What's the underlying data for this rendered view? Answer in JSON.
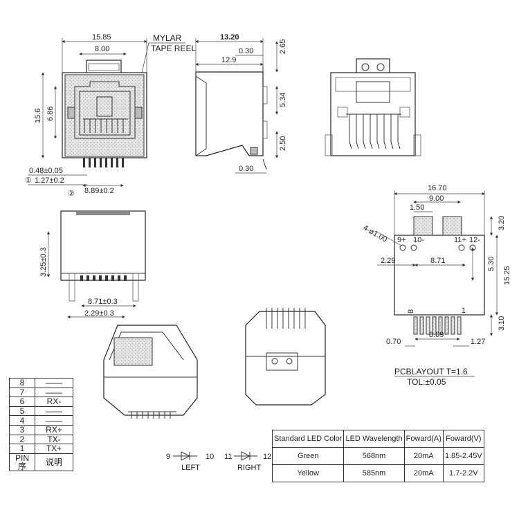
{
  "front_view": {
    "dim_width": "15.85",
    "dim_inner": "8.00",
    "dim_height": "15.6",
    "dim_port": "6.86",
    "dim_pin_width": "0.48±0.05",
    "dim_pin_pitch": "1.27±0.2",
    "dim_span": "8.89±0.2",
    "marker_1": "①",
    "marker_2": "②",
    "mylar_label_1": "MYLAR",
    "mylar_label_2": "TAPE REEL"
  },
  "side_view": {
    "dim_depth": "13.20",
    "dim_offset_top": "0.30",
    "dim_body": "12.9",
    "dim_top": "2.65",
    "dim_mid": "5.34",
    "dim_bottom": "2.50",
    "dim_offset_bottom": "0.30"
  },
  "bottom_view": {
    "dim_height": "3.25±0.3",
    "dim_span": "8.71±0.3",
    "dim_offset": "2.29±0.3"
  },
  "pcb_layout": {
    "dim_width": "16.70",
    "dim_slots": "9.00",
    "dim_slot_w": "1.50",
    "dim_slot_h": "3.20",
    "dim_holes": "4-ø1.00",
    "pin_9": "9+",
    "pin_10": "10-",
    "pin_11": "11+",
    "pin_12": "12-",
    "dim_left": "2.29",
    "dim_center": "8.71",
    "dim_v1": "5.30",
    "dim_v2": "15.25",
    "dim_v3": "3.10",
    "pin_8": "8",
    "pin_1": "1",
    "dim_pitch_left": "0.70",
    "dim_span": "8.89",
    "dim_pitch_right": "1.27",
    "caption": "PCBLAYOUT T=1.6",
    "tolerance": "TOL:±0.05"
  },
  "pin_table": {
    "rows": [
      {
        "pin": "8",
        "signal": "——"
      },
      {
        "pin": "7",
        "signal": "——"
      },
      {
        "pin": "6",
        "signal": "RX-"
      },
      {
        "pin": "5",
        "signal": "——"
      },
      {
        "pin": "4",
        "signal": "——"
      },
      {
        "pin": "3",
        "signal": "RX+"
      },
      {
        "pin": "2",
        "signal": "TX-"
      },
      {
        "pin": "1",
        "signal": "TX+"
      }
    ],
    "header_pin": "PIN序",
    "header_desc": "说明"
  },
  "led_symbols": {
    "left_a": "9",
    "left_b": "10",
    "left_label": "LEFT",
    "right_a": "11",
    "right_b": "12",
    "right_label": "RIGHT"
  },
  "led_table": {
    "headers": [
      "Standard LED Color",
      "LED Wavelength",
      "Foward(A)",
      "Foward(V)"
    ],
    "rows": [
      [
        "Green",
        "568nm",
        "20mA",
        "1.85-2.45V"
      ],
      [
        "Yellow",
        "585nm",
        "20mA",
        "1.7-2.2V"
      ]
    ]
  }
}
